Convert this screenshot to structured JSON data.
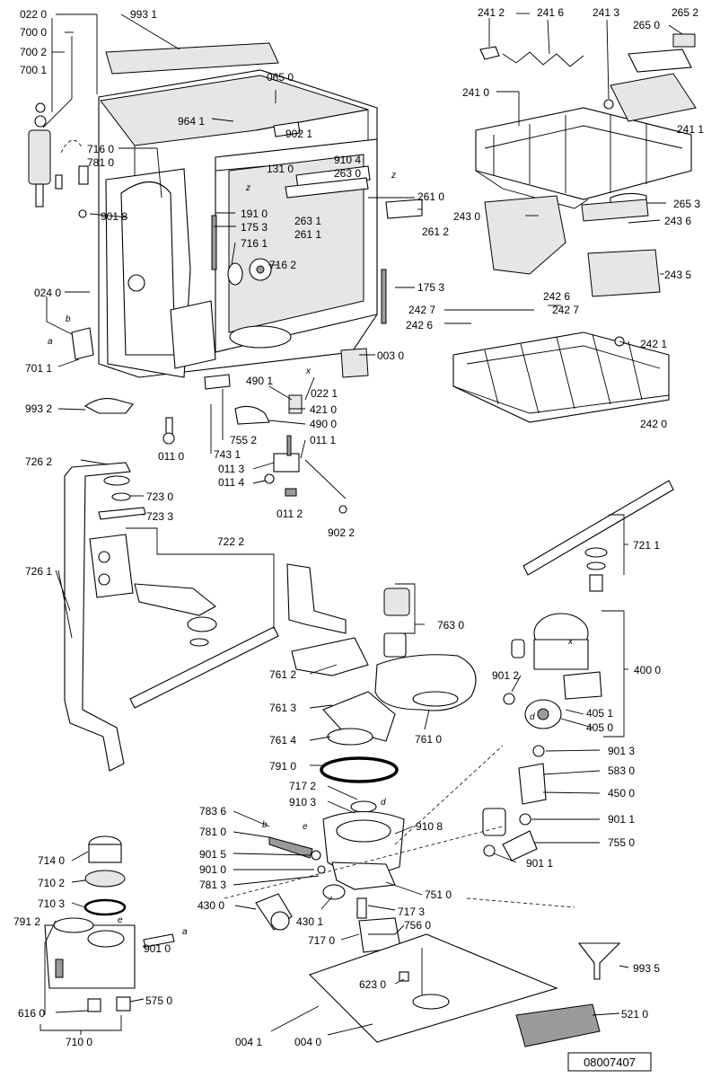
{
  "drawing_number": "08007407",
  "labels": [
    "022 0",
    "993 1",
    "700 0",
    "700 2",
    "700 1",
    "065 0",
    "964 1",
    "902 1",
    "910 4",
    "263 0",
    "716 0",
    "781 0",
    "131 0",
    "901 8",
    "191 0",
    "175 3",
    "716 1",
    "716 2",
    "261 0",
    "263 1",
    "261 1",
    "261 2",
    "024 0",
    "175 3",
    "701 1",
    "993 2",
    "490 1",
    "003 0",
    "022 1",
    "421 0",
    "490 0",
    "755 2",
    "743 1",
    "011 0",
    "011 1",
    "011 3",
    "011 4",
    "011 2",
    "902 2",
    "726 2",
    "723 0",
    "723 3",
    "722 2",
    "726 1",
    "241 2",
    "241 6",
    "241 3",
    "265 2",
    "265 0",
    "241 0",
    "241 1",
    "265 3",
    "243 0",
    "243 6",
    "243 5",
    "242 7",
    "242 6",
    "242 6",
    "242 7",
    "242 1",
    "242 0",
    "721 1",
    "763 0",
    "400 0",
    "761 2",
    "901 2",
    "761 3",
    "405 1",
    "405 0",
    "761 4",
    "761 0",
    "901 3",
    "791 0",
    "583 0",
    "717 2",
    "450 0",
    "783 6",
    "910 3",
    "910 8",
    "901 1",
    "781 0",
    "755 0",
    "901 5",
    "901 0",
    "781 3",
    "901 1",
    "714 0",
    "710 2",
    "751 0",
    "710 3",
    "430 0",
    "430 1",
    "717 3",
    "756 0",
    "717 0",
    "791 2",
    "901 0",
    "993 5",
    "616 0",
    "575 0",
    "623 0",
    "521 0",
    "710 0",
    "004 1",
    "004 0"
  ],
  "markers": [
    "z",
    "z",
    "x",
    "b",
    "a",
    "b",
    "x",
    "d",
    "e",
    "d",
    "e",
    "a"
  ]
}
